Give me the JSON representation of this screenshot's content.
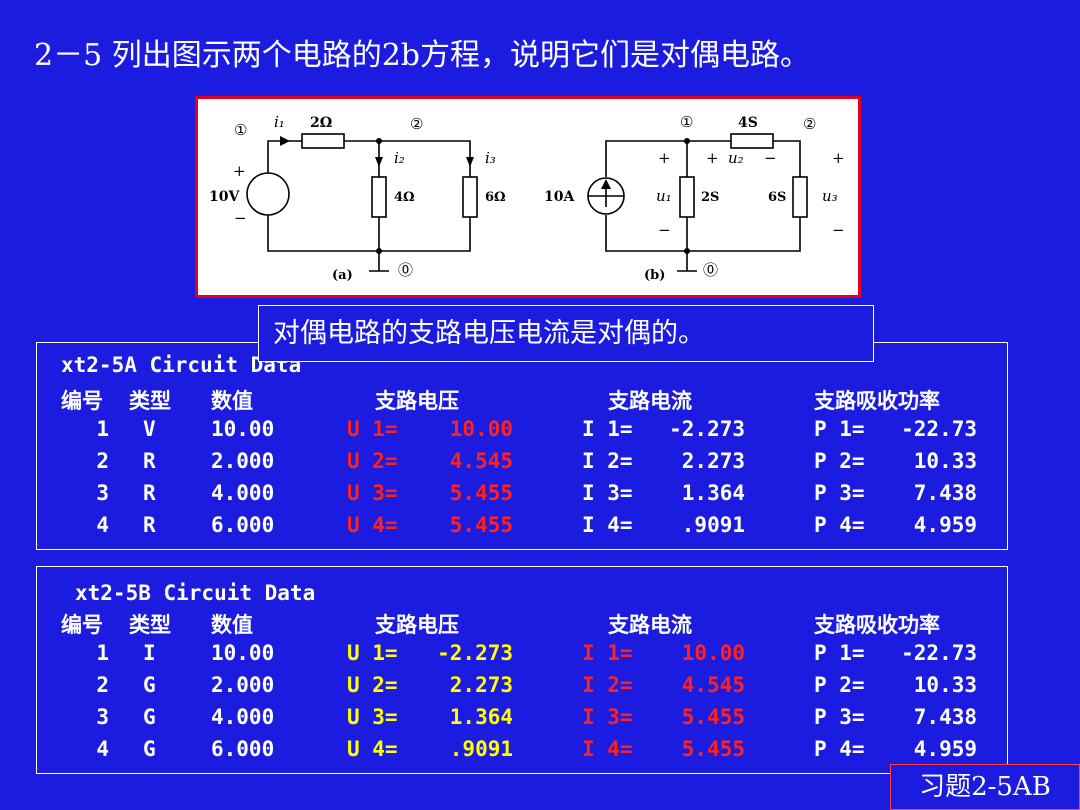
{
  "title": "2－5 列出图示两个电路的2b方程，说明它们是对偶电路。",
  "callout": "对偶电路的支路电压电流是对偶的。",
  "footer_tag": "习题2-5AB",
  "colors": {
    "background": "#1c1ce0",
    "figure_border": "#e00020",
    "voltage_highlight_a": "#ff2020",
    "current_highlight_b": "#ff2020",
    "value_b_voltage": "#ffff00",
    "text": "#ffffff"
  },
  "figure": {
    "circuit_a": {
      "label": "(a)",
      "nodes": [
        "①",
        "②",
        "⓪"
      ],
      "source": "10V",
      "source_plus": "+",
      "source_minus": "−",
      "resistors": [
        "2Ω",
        "4Ω",
        "6Ω"
      ],
      "currents": [
        "i₁",
        "i₂",
        "i₃"
      ]
    },
    "circuit_b": {
      "label": "(b)",
      "nodes": [
        "①",
        "②",
        "⓪"
      ],
      "source": "10A",
      "conductances": [
        "4S",
        "2S",
        "6S"
      ],
      "voltages": [
        "u₁",
        "u₂",
        "u₃"
      ],
      "plus": "+",
      "minus": "−"
    }
  },
  "headers": [
    "编号",
    "类型",
    "数值",
    "支路电压",
    "支路电流",
    "支路吸收功率"
  ],
  "panel_a": {
    "title": "xt2-5A Circuit Data",
    "rows": [
      {
        "no": "1",
        "type": "V",
        "value": "10.00",
        "u_label": "U 1=",
        "u": "10.00",
        "i_label": "I 1=",
        "i": "-2.273",
        "p_label": "P 1=",
        "p": "-22.73"
      },
      {
        "no": "2",
        "type": "R",
        "value": "2.000",
        "u_label": "U 2=",
        "u": "4.545",
        "i_label": "I 2=",
        "i": "2.273",
        "p_label": "P 2=",
        "p": "10.33"
      },
      {
        "no": "3",
        "type": "R",
        "value": "4.000",
        "u_label": "U 3=",
        "u": "5.455",
        "i_label": "I 3=",
        "i": "1.364",
        "p_label": "P 3=",
        "p": "7.438"
      },
      {
        "no": "4",
        "type": "R",
        "value": "6.000",
        "u_label": "U 4=",
        "u": "5.455",
        "i_label": "I 4=",
        "i": ".9091",
        "p_label": "P 4=",
        "p": "4.959"
      }
    ]
  },
  "panel_b": {
    "title": "xt2-5B Circuit Data",
    "rows": [
      {
        "no": "1",
        "type": "I",
        "value": "10.00",
        "u_label": "U 1=",
        "u": "-2.273",
        "i_label": "I 1=",
        "i": "10.00",
        "p_label": "P 1=",
        "p": "-22.73"
      },
      {
        "no": "2",
        "type": "G",
        "value": "2.000",
        "u_label": "U 2=",
        "u": "2.273",
        "i_label": "I 2=",
        "i": "4.545",
        "p_label": "P 2=",
        "p": "10.33"
      },
      {
        "no": "3",
        "type": "G",
        "value": "4.000",
        "u_label": "U 3=",
        "u": "1.364",
        "i_label": "I 3=",
        "i": "5.455",
        "p_label": "P 3=",
        "p": "7.438"
      },
      {
        "no": "4",
        "type": "G",
        "value": "6.000",
        "u_label": "U 4=",
        "u": ".9091",
        "i_label": "I 4=",
        "i": "5.455",
        "p_label": "P 4=",
        "p": "4.959"
      }
    ]
  }
}
